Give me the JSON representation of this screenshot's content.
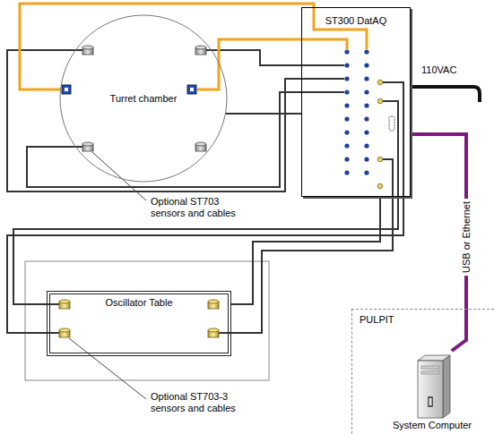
{
  "diagram": {
    "nodes": [
      {
        "text": [
          "Turret chamber"
        ]
      },
      {
        "text": [
          "ST300 DatAQ"
        ]
      },
      {
        "text": [
          "Oscillator Table"
        ]
      },
      {
        "text": [
          "PULPIT"
        ]
      },
      {
        "text": [
          "System Computer"
        ],
        "in": 3
      }
    ],
    "edges": [
      {
        "from": 0,
        "to": 1,
        "arrow": "none"
      },
      {
        "from": 2,
        "to": 1,
        "arrow": "none"
      },
      {
        "from": 1,
        "to": 4,
        "label": "USB or Ethernet",
        "arrow": "none"
      }
    ],
    "labels": [
      "110VAC",
      "Optional ST703 sensors and cables",
      "Optional ST703-3 sensors and cables"
    ]
  }
}
